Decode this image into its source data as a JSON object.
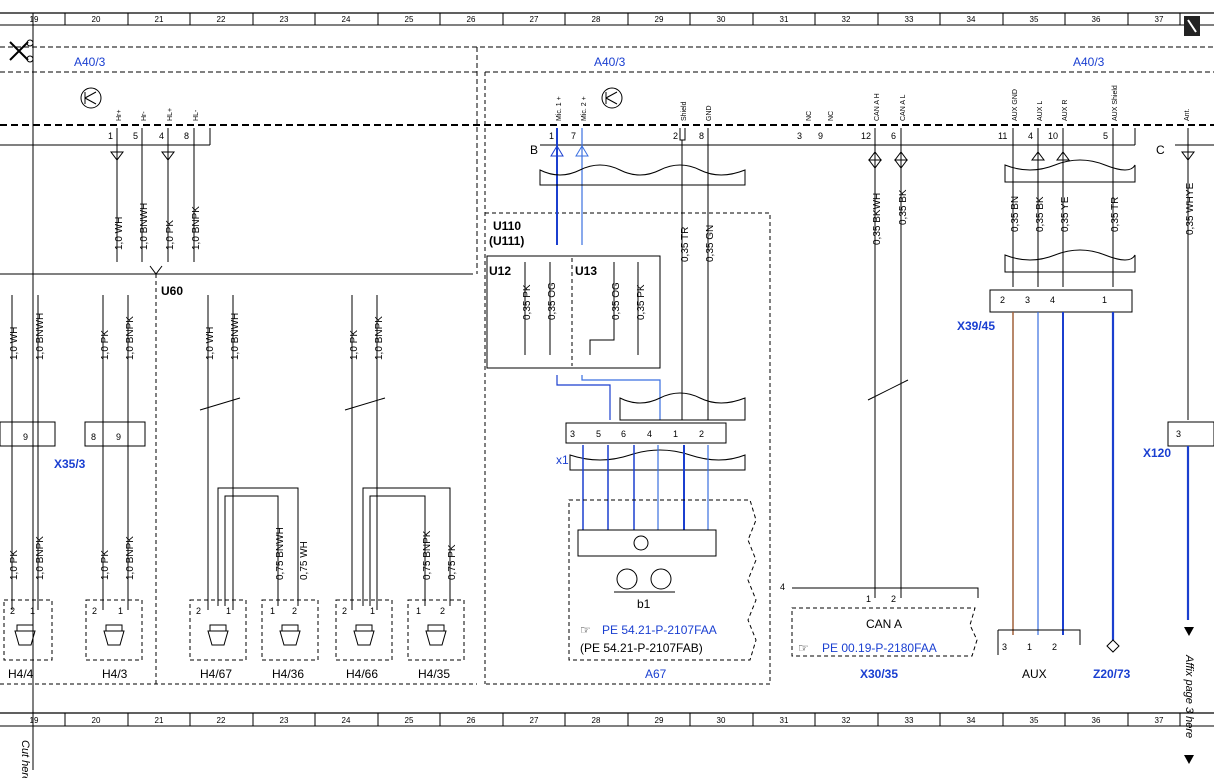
{
  "ruler": {
    "numbers": [
      "19",
      "20",
      "21",
      "22",
      "23",
      "24",
      "25",
      "26",
      "27",
      "28",
      "29",
      "30",
      "31",
      "32",
      "33",
      "34",
      "35",
      "36",
      "37"
    ]
  },
  "margin": {
    "cut_here": "Cut here",
    "affix_here": "Affix page 3 here"
  },
  "connectors": {
    "a40_left": "A40/3",
    "a40_mid": "A40/3",
    "a40_right": "A40/3",
    "u60": "U60",
    "u110": "U110",
    "u111": "(U111)",
    "u12": "U12",
    "u13": "U13",
    "x35": "X35/3",
    "x1": "x1",
    "x39": "X39/45",
    "x120": "X120",
    "b_marker": "B",
    "c_marker": "C",
    "b1": "b1",
    "can_a": "CAN A",
    "a67": "A67",
    "x30": "X30/35",
    "aux": "AUX",
    "z20": "Z20/73",
    "four": "4"
  },
  "pin_names": {
    "hr_plus": "Hr+",
    "hr_minus": "Hr-",
    "hl_plus": "HL+",
    "hl_minus": "HL-",
    "mic1": "Mic. 1 +",
    "mic2": "Mic. 2 +",
    "shield": "Shield",
    "gnd": "GND",
    "nc1": "NC",
    "nc2": "NC",
    "can_h": "CAN A H",
    "can_l": "CAN A L",
    "aux_gnd": "AUX GND",
    "aux_l": "AUX L",
    "aux_r": "AUX R",
    "aux_shield": "AUX Shield",
    "ant": "Ant."
  },
  "pins": {
    "p1": "1",
    "p5": "5",
    "p4": "4",
    "p8": "8",
    "p1b": "1",
    "p7": "7",
    "p2": "2",
    "p8b": "8",
    "p3": "3",
    "p9": "9",
    "p12": "12",
    "p6": "6",
    "p11": "11",
    "p4b": "4",
    "p10": "10",
    "p5b": "5",
    "x35_9a": "9",
    "x35_8": "8",
    "x35_9b": "9",
    "x1_3": "3",
    "x1_5": "5",
    "x1_6": "6",
    "x1_4": "4",
    "x1_1": "1",
    "x1_2": "2",
    "x39_2": "2",
    "x39_3": "3",
    "x39_4": "4",
    "x39_1": "1",
    "x120_3": "3",
    "can_1": "1",
    "can_2": "2",
    "aux_3": "3",
    "aux_1": "1",
    "aux_2": "2",
    "sp_2a": "2",
    "sp_1a": "1",
    "sp_2b": "2",
    "sp_1b": "1",
    "sp_2c": "2",
    "sp_1c": "1",
    "sp_1d": "1",
    "sp_2d": "2",
    "sp_2e": "2",
    "sp_1e": "1",
    "sp_1f": "1",
    "sp_2f": "2"
  },
  "wires": {
    "w_1_0_wh_top": "1,0 WH",
    "w_1_0_bnwh_top": "1,0 BNWH",
    "w_1_0_pk_top": "1,0 PK",
    "w_1_0_bnpk_top": "1,0 BNPK",
    "w_035_tr_top": "0,35 TR",
    "w_035_gn": "0,35 GN",
    "w_035_bkwh": "0,35 BKWH",
    "w_035_bk_can": "0,35 BK",
    "w_035_bn": "0,35 BN",
    "w_035_bk": "0,35 BK",
    "w_035_ye": "0,35 YE",
    "w_035_tr_aux": "0,35 TR",
    "w_035_whye": "0,35 WHYE",
    "w_l_wh": "1,0 WH",
    "w_l_bnwh": "1,0 BNWH",
    "w_l_pk": "1,0 PK",
    "w_l_bnpk": "1,0 BNPK",
    "w_m_wh": "1,0 WH",
    "w_m_bnwh": "1,0 BNWH",
    "w_r_pk": "1,0 PK",
    "w_r_bnpk": "1,0 BNPK",
    "w_u12_pk": "0,35 PK",
    "w_u12_og": "0,35 OG",
    "w_u13_og": "0,35 OG",
    "w_u13_pk": "0,35 PK",
    "w_b_pk": "1,0 PK",
    "w_b_bnpk": "1,0 BNPK",
    "w_b_pk2": "1,0 PK",
    "w_b_bnpk2": "1,0 BNPK",
    "w_075_bnwh": "0,75 BNWH",
    "w_075_wh": "0,75 WH",
    "w_075_bnpk": "0,75 BNPK",
    "w_075_pk": "0,75 PK"
  },
  "speakers": {
    "h44": "H4/4",
    "h43": "H4/3",
    "h467": "H4/67",
    "h436": "H4/36",
    "h466": "H4/66",
    "h435": "H4/35"
  },
  "references": {
    "pe_a67": "PE 54.21-P-2107FAA",
    "pe_a67_alt": "(PE 54.21-P-2107FAB)",
    "pe_can": "PE 00.19-P-2180FAA"
  },
  "colors": {
    "blue_label": "#1a3fd1",
    "blue_wire": "#1b3fcf",
    "light_blue_wire": "#3a6fe0",
    "brown_wire": "#a0603a"
  }
}
